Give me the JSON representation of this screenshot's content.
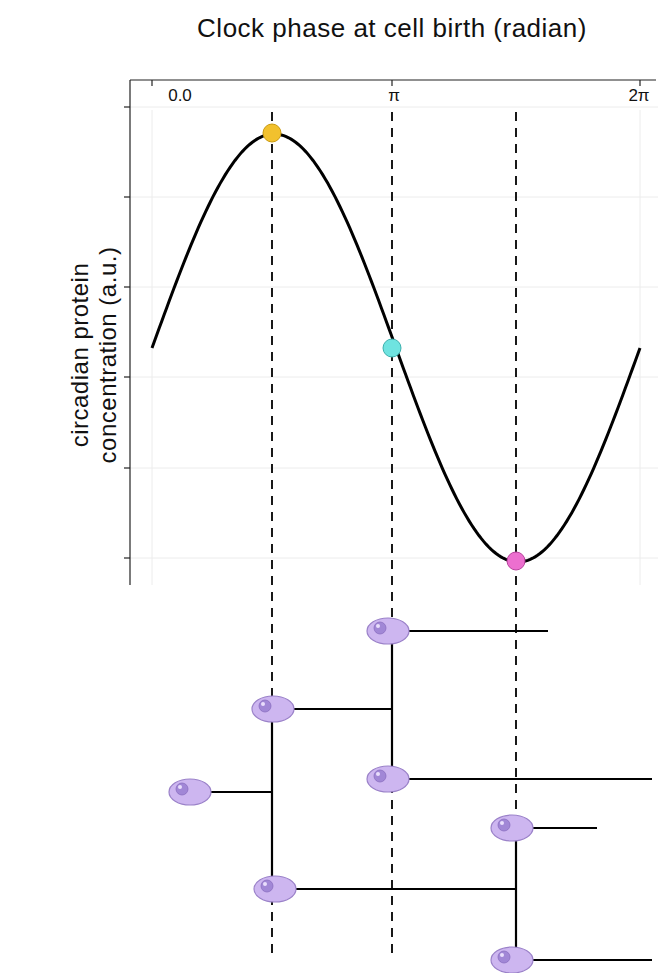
{
  "diagram": {
    "title": "Clock phase at cell birth (radian)",
    "labels": [
      "0.0",
      "π",
      "2π",
      "circadian protein concentration (a.u.)"
    ]
  }
}
